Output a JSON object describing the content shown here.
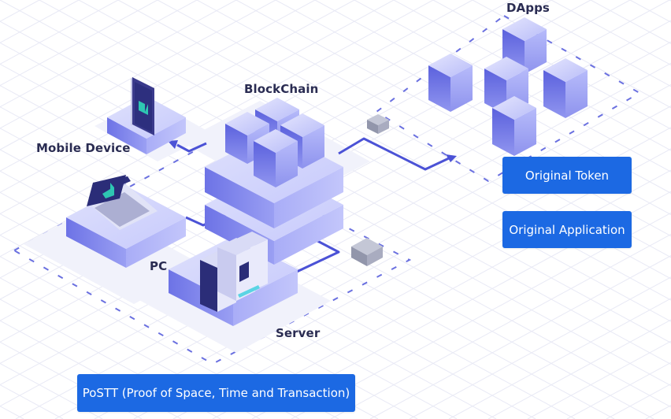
{
  "diagram": {
    "nodes": {
      "dapps": "DApps",
      "blockchain": "BlockChain",
      "mobile": "Mobile Device",
      "pc": "PC",
      "server": "Server"
    },
    "buttons": {
      "original_token": "Original Token",
      "original_application": "Original Application",
      "postt": "PoSTT (Proof of Space, Time and Transaction)"
    },
    "colors": {
      "accent_button": "#1c69e3",
      "label_text": "#2a2c52",
      "cube_light": "#c9ccfb",
      "cube_mid": "#8f95f2",
      "cube_dark": "#5a60dc",
      "connector": "#4b52d6",
      "grid": "#e4e6f4",
      "gray_block": "#9ea3b8"
    },
    "icons": {
      "mobile": "smartphone-icon",
      "pc": "laptop-icon",
      "server": "server-rack-icon",
      "blockchain": "cube-stack-icon",
      "dapps": "cube-icon"
    }
  }
}
